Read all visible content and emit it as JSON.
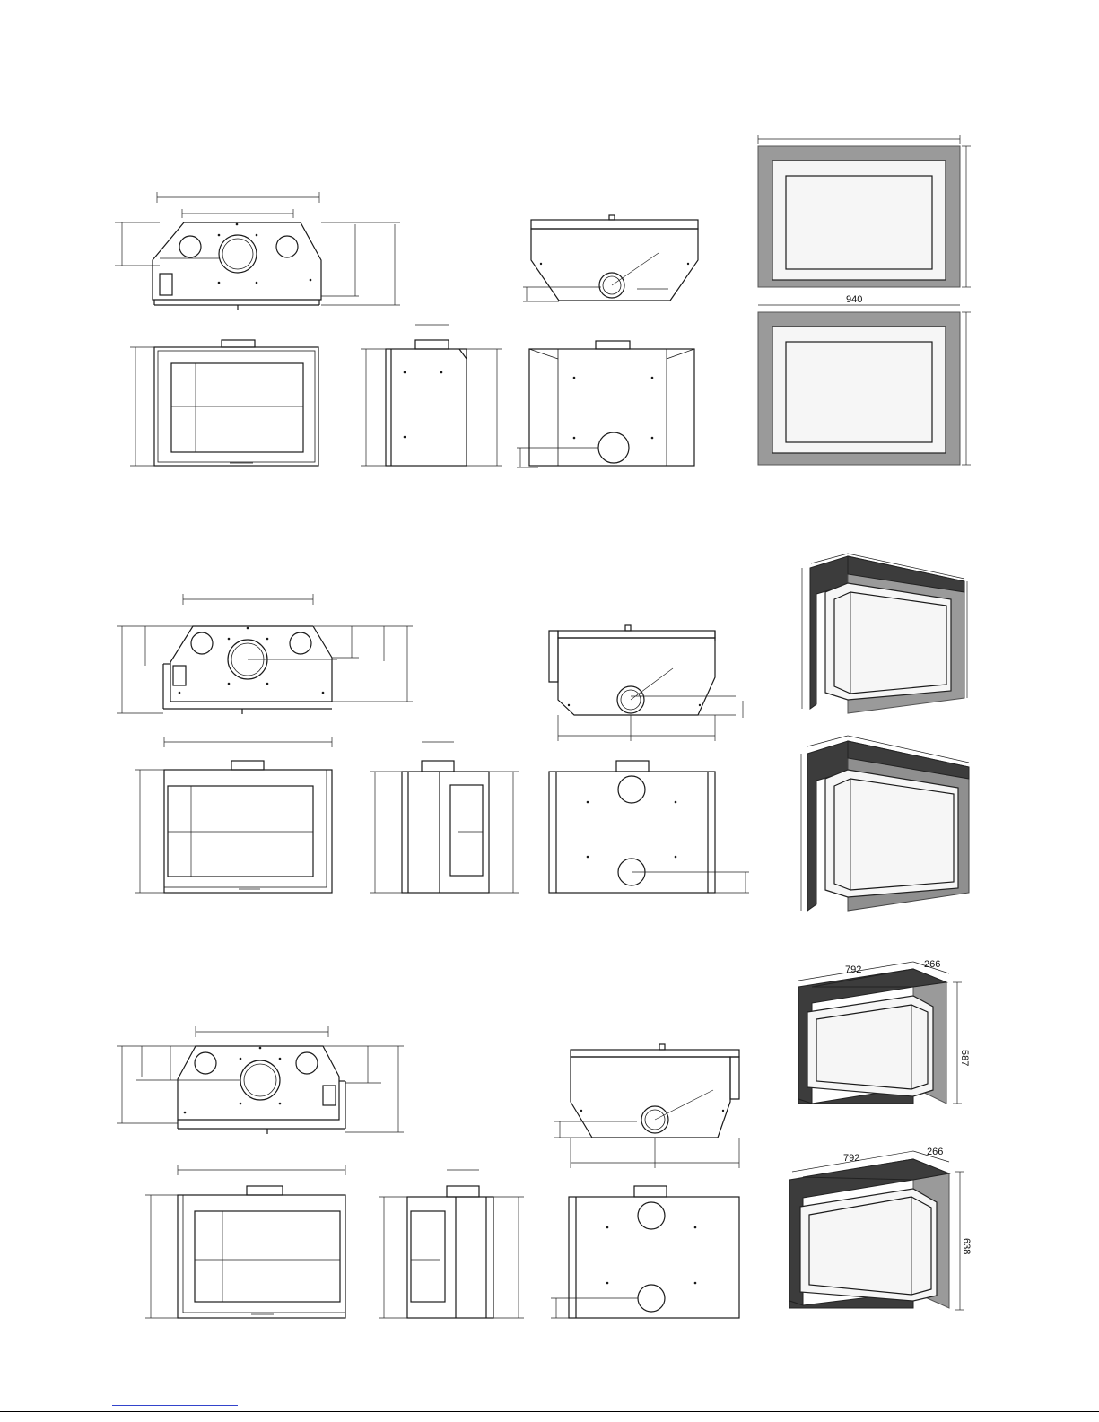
{
  "corner_right": {
    "top_width": "792",
    "top_depth": "266",
    "top_height": "587",
    "bottom_width": "792",
    "bottom_depth": "266",
    "bottom_height": "638"
  },
  "front_frame": {
    "cut_width": "940"
  },
  "colors": {
    "frame_light": "#9a9a9a",
    "frame_dark": "#3c3c3c",
    "glass": "#f6f6f6",
    "link_rule": "#3344cc"
  }
}
